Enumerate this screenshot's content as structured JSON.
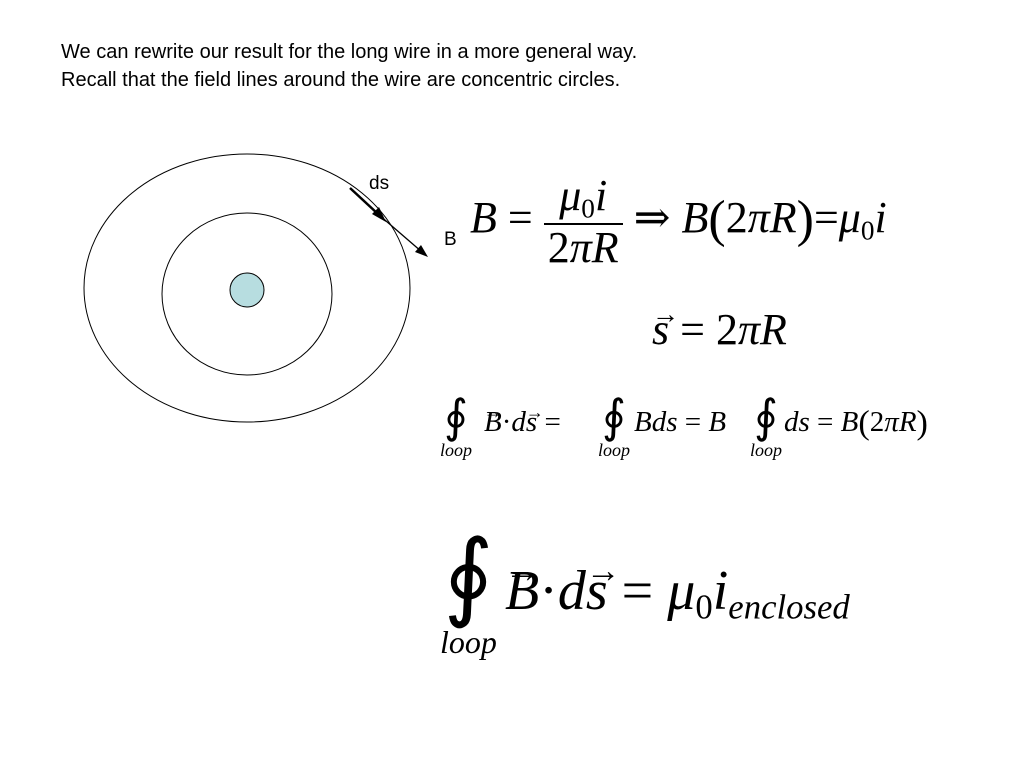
{
  "intro": {
    "line1": "We can rewrite our result for the long wire in a more general way.",
    "line2": "Recall that the field lines around the wire are concentric circles."
  },
  "diagram": {
    "ds_label": "ds",
    "B_label": "B",
    "wire_color": "#b7dde0"
  },
  "eq1": {
    "B": "B",
    "eq": "=",
    "mu": "μ",
    "zero": "0",
    "i": "i",
    "two": "2",
    "pi": "π",
    "R": "R",
    "implies": "⇒",
    "lp": "(",
    "rp": ")"
  },
  "eq2": {
    "s": "s",
    "eq": "=",
    "two": "2",
    "pi": "π",
    "R": "R"
  },
  "eq3": {
    "integral": "∮",
    "loop": "loop",
    "B": "B",
    "dot": "·",
    "d": "d",
    "s": "s",
    "eq": "=",
    "Bds": "Bds",
    "ds": "ds",
    "two": "2",
    "pi": "π",
    "R": "R",
    "lp": "(",
    "rp": ")"
  },
  "eq4": {
    "integral": "∮",
    "loop": "loop",
    "B": "B",
    "dot": "·",
    "d": "d",
    "s": "s",
    "eq": "=",
    "mu": "μ",
    "zero": "0",
    "i": "i",
    "enclosed": "enclosed"
  }
}
